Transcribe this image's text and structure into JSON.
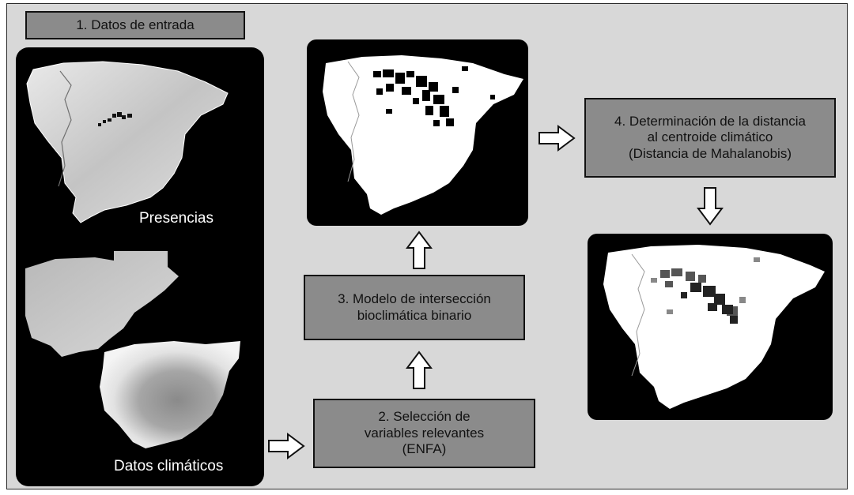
{
  "steps": {
    "step1": {
      "label": "1. Datos de entrada"
    },
    "step2": {
      "lines": [
        "2. Selección de",
        "variables relevantes",
        "(ENFA)"
      ]
    },
    "step3": {
      "lines": [
        "3. Modelo de intersección",
        "bioclimática binario"
      ]
    },
    "step4": {
      "lines": [
        "4. Determinación de la distancia",
        "al centroide climático",
        "(Distancia de Mahalanobis)"
      ]
    }
  },
  "input_panel": {
    "presence_label": "Presencias",
    "climate_label": "Datos climáticos"
  },
  "colors": {
    "figure_background": "#d8d8d8",
    "step_box": "#8b8b8b",
    "panel": "#000000",
    "map_land": "#ffffff",
    "presence_cells": "#000000"
  }
}
